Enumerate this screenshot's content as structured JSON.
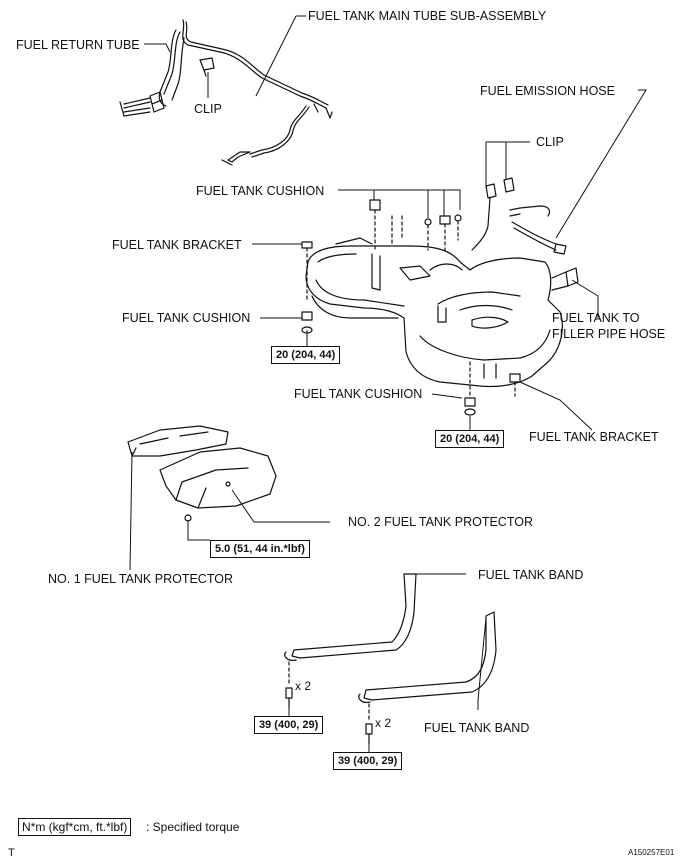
{
  "labels": {
    "fuel_return_tube": "FUEL RETURN TUBE",
    "main_tube_sub_assembly": "FUEL TANK MAIN TUBE SUB-ASSEMBLY",
    "clip_top": "CLIP",
    "fuel_emission_hose": "FUEL EMISSION HOSE",
    "clip_right": "CLIP",
    "cushion_top": "FUEL TANK CUSHION",
    "bracket_left": "FUEL TANK BRACKET",
    "cushion_left": "FUEL TANK CUSHION",
    "filler_pipe_hose_line1": "FUEL TANK TO",
    "filler_pipe_hose_line2": "FILLER PIPE HOSE",
    "cushion_bottom": "FUEL TANK CUSHION",
    "bracket_right": "FUEL TANK BRACKET",
    "protector_no2": "NO. 2 FUEL TANK PROTECTOR",
    "protector_no1": "NO. 1 FUEL TANK PROTECTOR",
    "band_top": "FUEL TANK BAND",
    "band_bottom": "FUEL TANK BAND"
  },
  "torques": {
    "bracket_left": "20 (204, 44)",
    "bracket_right": "20 (204, 44)",
    "protector": "5.0 (51, 44 in.*lbf)",
    "band_left": "39 (400, 29)",
    "band_right": "39 (400, 29)"
  },
  "multipliers": {
    "band_left": "x 2",
    "band_right": "x 2"
  },
  "legend": {
    "box": "N*m (kgf*cm, ft.*lbf)",
    "text": ": Specified torque"
  },
  "footer": {
    "left_mark": "T",
    "figure_id": "A150257E01"
  }
}
